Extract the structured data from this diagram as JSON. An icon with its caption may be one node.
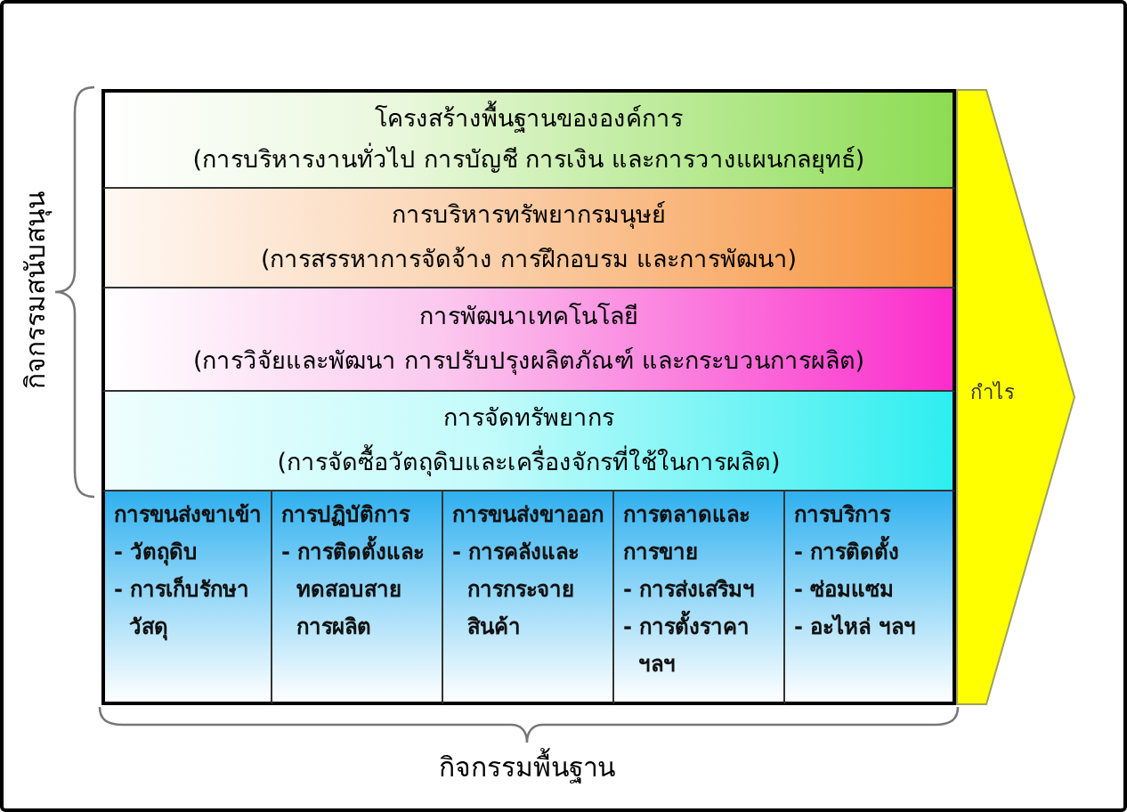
{
  "diagram": {
    "nodes": [
      {
        "text": [
          "โครงสร้างพื้นฐานขององค์การ",
          "(การบริหารงานทั่วไป การบัญชี การเงิน และการวางแผนกลยุทธ์)"
        ]
      },
      {
        "text": [
          "การบริหารทรัพยากรมนุษย์",
          "(การสรรหาการจัดจ้าง การฝึกอบรม และการพัฒนา)"
        ]
      },
      {
        "text": [
          "การพัฒนาเทคโนโลยี",
          "(การวิจัยและพัฒนา การปรับปรุงผลิตภัณฑ์ และกระบวนการผลิต)"
        ]
      },
      {
        "text": [
          "การจัดทรัพยากร",
          "(การจัดซื้อวัตถุดิบและเครื่องจักรที่ใช้ในการผลิต)"
        ]
      },
      {
        "text": [
          "การขนส่งขาเข้า",
          "- วัตถุดิบ",
          "- การเก็บรักษาวัสดุ"
        ]
      },
      {
        "text": [
          "การปฏิบัติการ",
          "- การติดตั้งและทดสอบสายการผลิต"
        ]
      },
      {
        "text": [
          "การขนส่งขาออก",
          "- การคลังและการกระจายสินค้า"
        ]
      },
      {
        "text": [
          "การตลาดและการขาย",
          "- การส่งเสริมฯ",
          "- การตั้งราคา ฯลฯ"
        ]
      },
      {
        "text": [
          "การบริการ",
          "- การติดตั้ง",
          "- ซ่อมแซม",
          "- อะไหล่ ฯลฯ"
        ]
      },
      {
        "text": [
          "กำไร"
        ]
      }
    ],
    "labels": [
      "กิจกรรมสนับสนุน",
      "กิจกรรมพื้นฐาน"
    ]
  }
}
